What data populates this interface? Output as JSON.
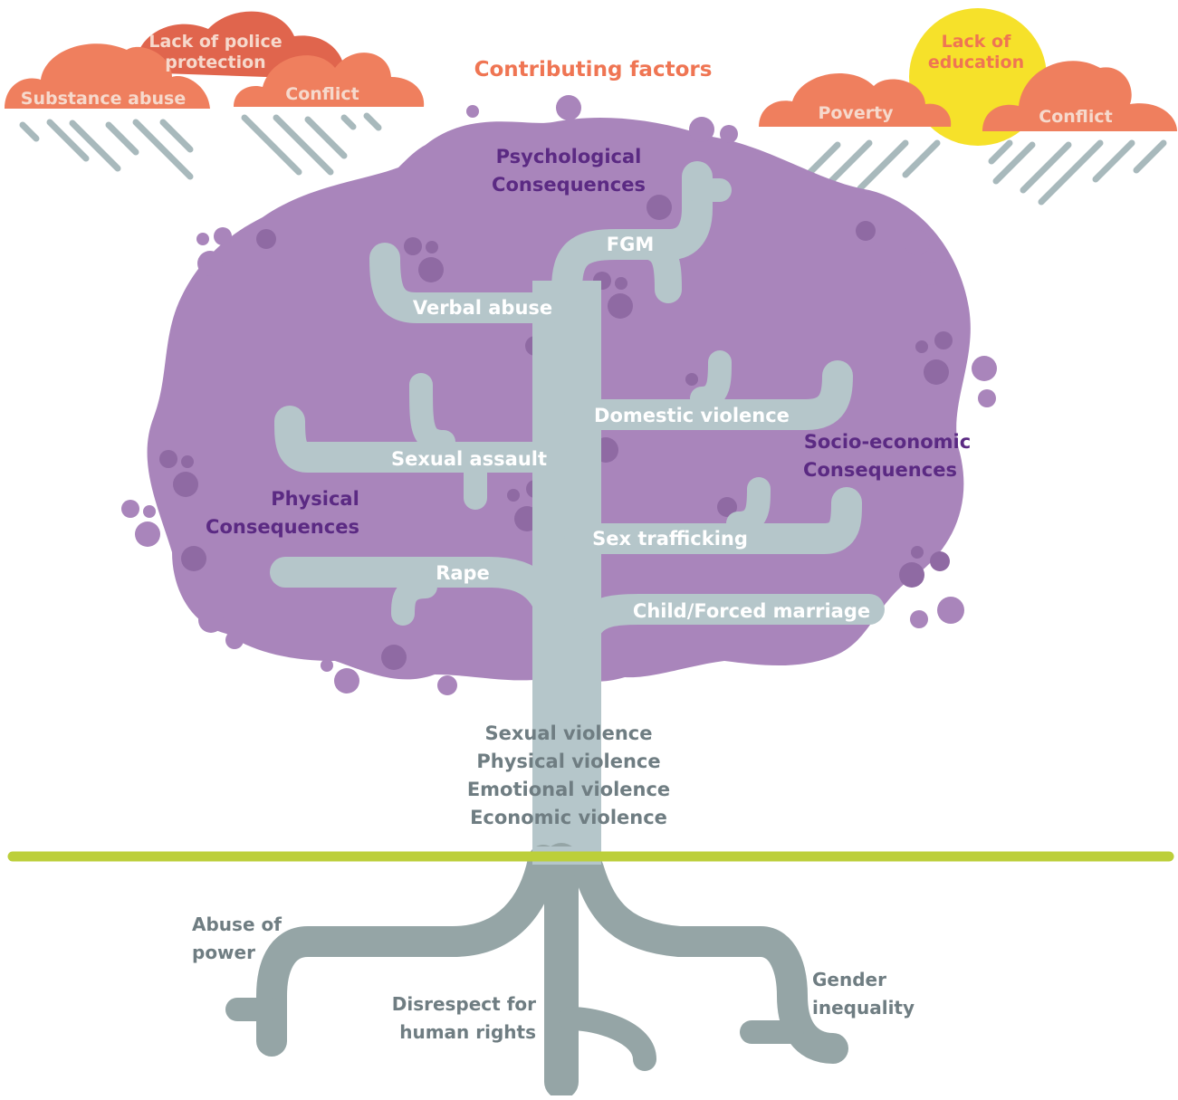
{
  "colors": {
    "canopy": "#a985bb",
    "canopy_dot": "#8f6aa3",
    "trunk": "#b5c6ca",
    "roots": "#95a5a6",
    "ground": "#bccf3a",
    "cloud": "#ef7f5e",
    "cloud_dark": "#e0654d",
    "rain": "#a8b9bc",
    "sun": "#f6e12a",
    "title": "#ef7553",
    "sun_text": "#ef7553",
    "consequence_text": "#5b2a83"
  },
  "title": "Contributing factors",
  "clouds_left": {
    "police": [
      "Lack of police",
      "protection"
    ],
    "substance": "Substance abuse",
    "conflict": "Conflict"
  },
  "clouds_right": {
    "education": [
      "Lack of",
      "education"
    ],
    "poverty": "Poverty",
    "conflict": "Conflict"
  },
  "consequences": {
    "psychological": [
      "Psychological",
      "Consequences"
    ],
    "socio_economic": [
      "Socio-economic",
      "Consequences"
    ],
    "physical": [
      "Physical",
      "Consequences"
    ]
  },
  "branches": {
    "fgm": "FGM",
    "verbal_abuse": "Verbal abuse",
    "domestic_violence": "Domestic violence",
    "sexual_assault": "Sexual assault",
    "sex_trafficking": "Sex trafficking",
    "rape": "Rape",
    "child_forced_marriage": "Child/Forced marriage"
  },
  "trunk_labels": [
    "Sexual violence",
    "Physical violence",
    "Emotional violence",
    "Economic violence"
  ],
  "roots": {
    "abuse_of_power": [
      "Abuse of",
      "power"
    ],
    "disrespect": [
      "Disrespect for",
      "human rights"
    ],
    "gender_inequality": [
      "Gender",
      "inequality"
    ]
  }
}
